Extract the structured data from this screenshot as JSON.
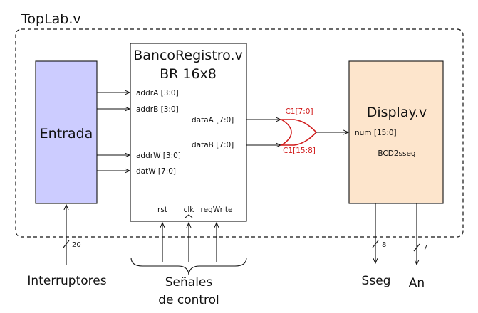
{
  "top_module": {
    "title": "TopLab.v"
  },
  "entrada": {
    "label": "Entrada",
    "fill": "#ccccff"
  },
  "banco": {
    "title": "BancoRegistro.v",
    "subtitle": "BR 16x8",
    "ports_in": [
      "addrA [3:0]",
      "addrB [3:0]",
      "addrW [3:0]",
      "datW [7:0]"
    ],
    "ports_out": [
      "dataA [7:0]",
      "dataB [7:0]"
    ],
    "ports_bottom": [
      "rst",
      "clk",
      "regWrite"
    ]
  },
  "bus_labels": {
    "c1_low": "C1[7:0]",
    "c1_high": "C1[15:8]",
    "color": "#d11a1a"
  },
  "display": {
    "title": "Display.v",
    "port": "num [15:0]",
    "sub": "BCD2sseg",
    "fill": "#fde5cc"
  },
  "bottom": {
    "interruptores": "Interruptores",
    "interruptores_width": "20",
    "senales_line1": "Señales",
    "senales_line2": "de control",
    "sseg": "Sseg",
    "sseg_width": "8",
    "an": "An",
    "an_width": "7"
  }
}
